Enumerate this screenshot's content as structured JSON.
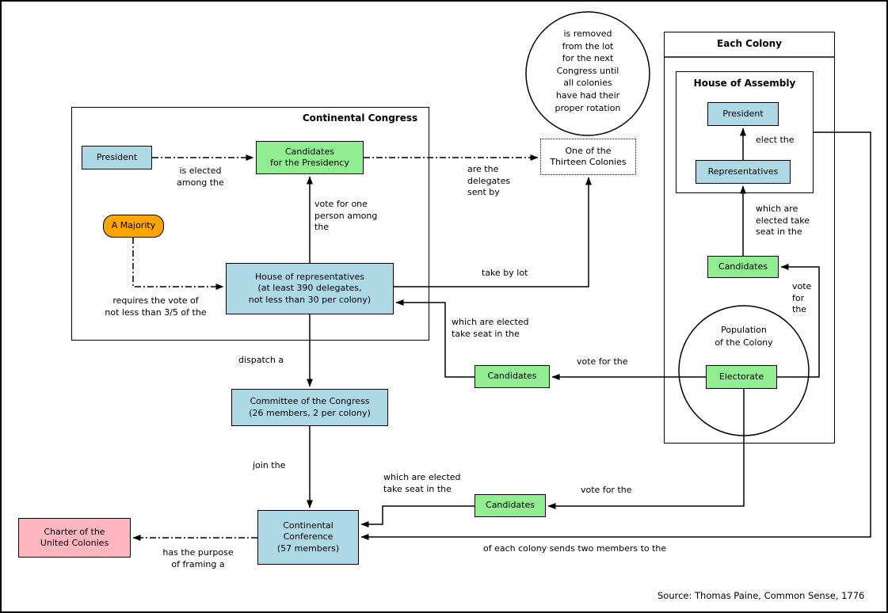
{
  "titles": {
    "continental_congress": "Continental Congress",
    "each_colony": "Each Colony",
    "house_of_assembly": "House of Assembly"
  },
  "nodes": {
    "president_congress": "President",
    "candidates_presidency": "Candidates\nfor the Presidency",
    "a_majority": "A Majority",
    "house_of_representatives": "House of representatives\n(at least 390 delegates,\nnot less than 30 per colony)",
    "committee_of_congress": "Committee of the Congress\n(26 members, 2 per colony)",
    "continental_conference": "Continental\nConference\n(57 members)",
    "charter": "Charter of the\nUnited Colonies",
    "one_of_thirteen_colonies": "One of the\nThirteen Colonies",
    "rotation_note": "is removed\nfrom the lot\nfor the next\nCongress until\nall colonies\nhave had their\nproper rotation",
    "president_colony": "President",
    "representatives": "Representatives",
    "candidates_assembly": "Candidates",
    "electorate": "Electorate",
    "population": "Population\nof the Colony",
    "candidates_house": "Candidates",
    "candidates_conference": "Candidates"
  },
  "labels": {
    "is_elected": "is elected\namong the",
    "vote_one_person": "vote for one\nperson among\nthe",
    "are_delegates": "are the\ndelegates\nsent by",
    "take_by_lot": "take by lot",
    "elected_seat_house": "which are elected\ntake seat in the",
    "requires_vote": "requires the vote of\nnot less than 3/5 of the",
    "dispatch_a": "dispatch a",
    "vote_for_the_house": "vote for the",
    "join_the": "join the",
    "elected_seat_conference": "which are elected\ntake seat in the",
    "vote_for_the_conference": "vote for the",
    "sends_two_members": "of each colony sends two members to the",
    "has_purpose": "has the purpose\nof framing a",
    "elect_the": "elect the",
    "elected_seat_assembly": "which are\nelected take\nseat in the",
    "vote_for_the_assembly": "vote\nfor\nthe"
  },
  "source": "Source: Thomas Paine, Common Sense, 1776",
  "colors": {
    "node_blue": "#add8e6",
    "node_green": "#90ee90",
    "node_orange": "#ffa500",
    "node_pink": "#ffb6c1",
    "line": "#000000",
    "background": "#ffffff"
  }
}
